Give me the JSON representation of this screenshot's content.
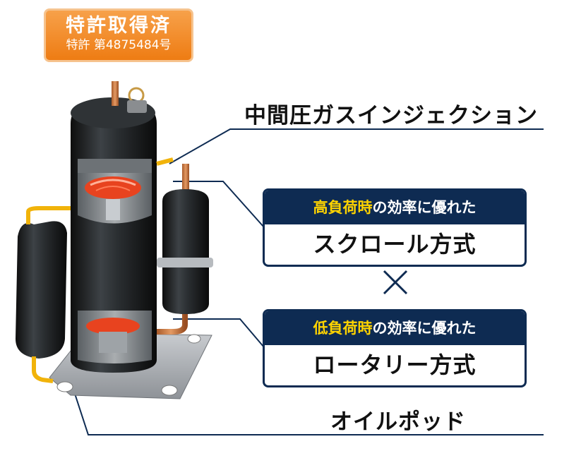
{
  "badge": {
    "title": "特許取得済",
    "number": "特許 第4875484号"
  },
  "labels": {
    "gas_injection": "中間圧ガスインジェクション",
    "oil_pod": "オイルポッド"
  },
  "scroll_box": {
    "highlight": "高負荷時",
    "rest": "の効率に優れた",
    "method": "スクロール方式"
  },
  "rotary_box": {
    "highlight": "低負荷時",
    "rest": "の効率に優れた",
    "method": "ロータリー方式"
  },
  "colors": {
    "navy": "#0e2b52",
    "highlight": "#ffd400",
    "badge": "#ee7c13"
  },
  "icons": {
    "times": "multiplication-sign"
  }
}
